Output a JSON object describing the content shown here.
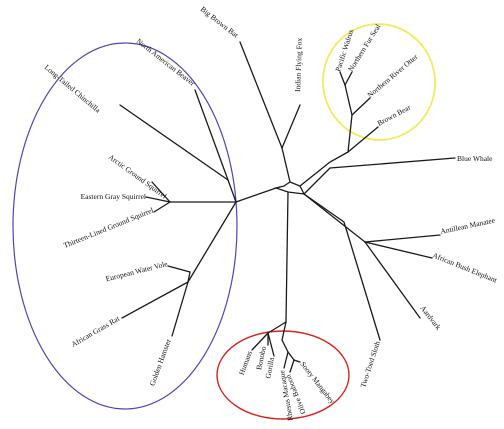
{
  "taxa": [
    "Big Brown Bat",
    "Indian Flying Fox",
    "North American Beaver",
    "Long-Tailed Chinchilla",
    "Arctic Ground Squirrel",
    "Eastern Gray Squirrel",
    "Thirteen-Lined Ground Squirrel",
    "European Water Vole",
    "African Grass Rat",
    "Golden Hamster",
    "Pacific Walrus",
    "Northern Fur Seal",
    "Northern River Otter",
    "Brown Bear",
    "Blue Whale",
    "Antillean Manatee",
    "African Bush Elephant",
    "Aardvark",
    "Two-Toed Sloth",
    "Humans",
    "Bonobo",
    "Gorilla",
    "Rhesus Macaque",
    "Olive Baboon",
    "Sooty Mangabey"
  ],
  "groups": [
    {
      "name": "rodent-group",
      "color": "#5b3fb3"
    },
    {
      "name": "carnivore-group",
      "color": "#f0ec5a"
    },
    {
      "name": "primate-group",
      "color": "#d8221f"
    }
  ]
}
